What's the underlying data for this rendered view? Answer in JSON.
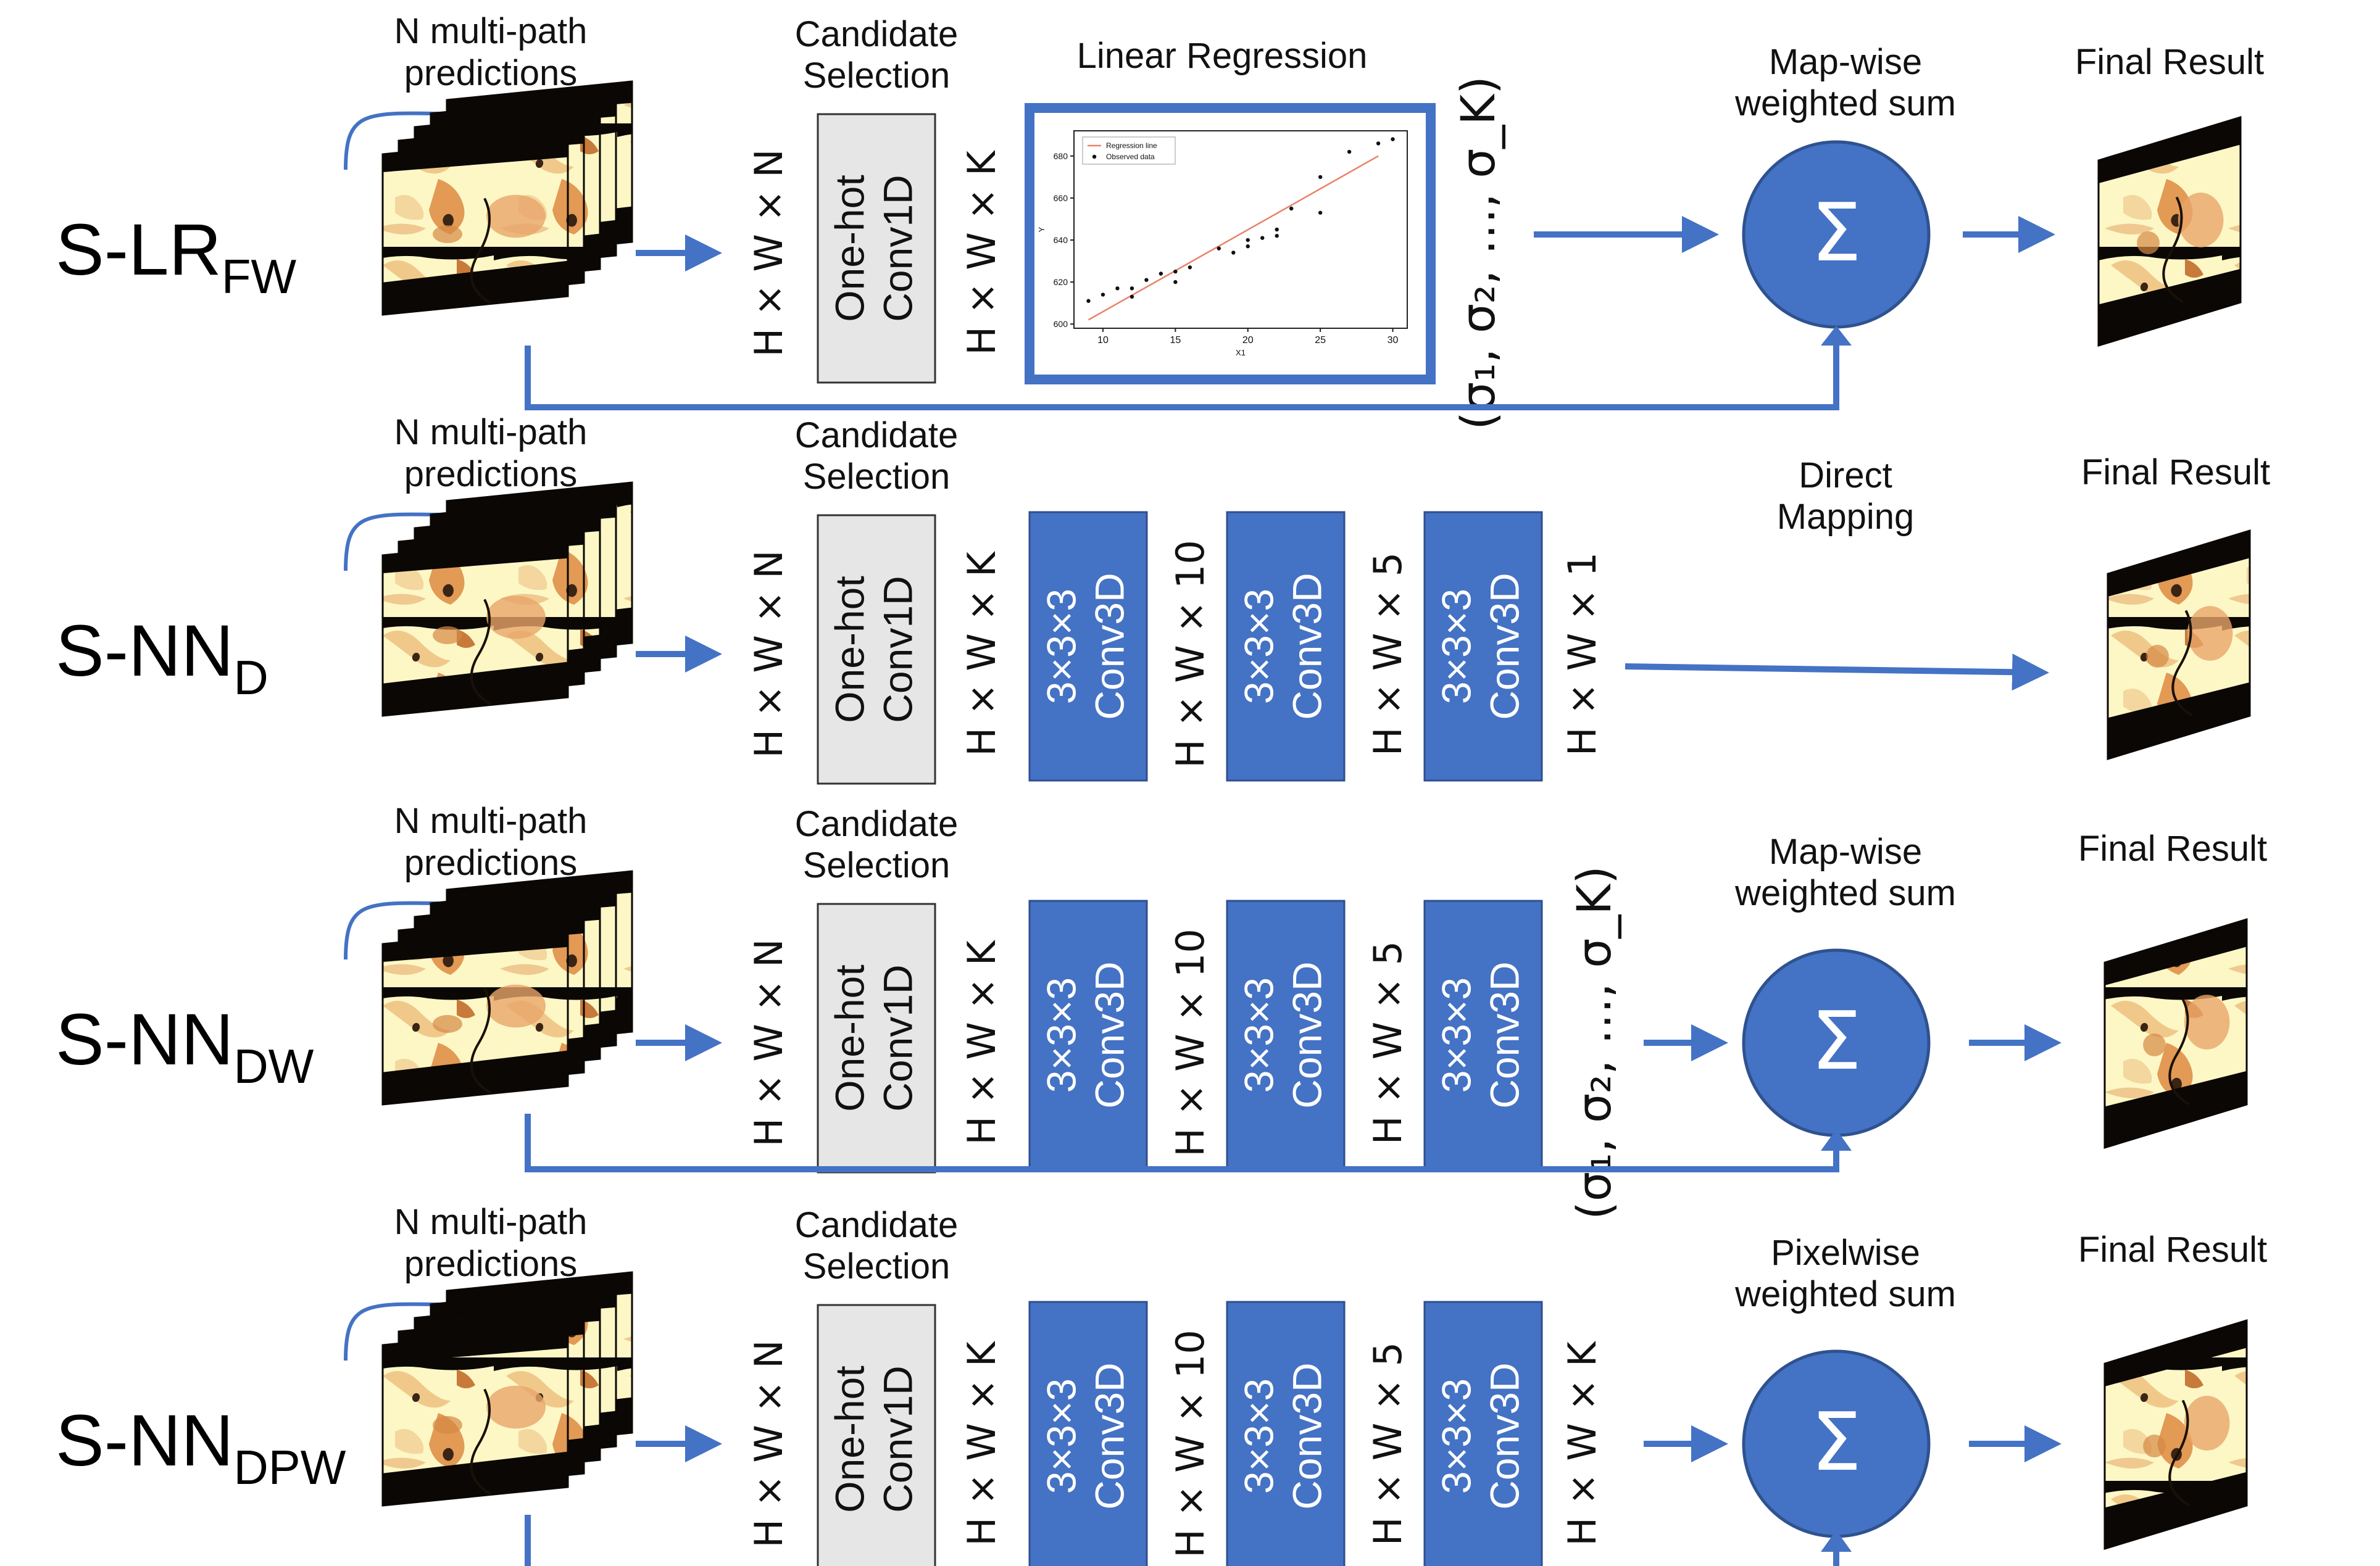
{
  "colors": {
    "accent_blue": "#4472c4",
    "gray_box": "#e6e6e6",
    "map_cream": "#fdf7c6",
    "map_orange": "#e8a56a",
    "map_dark": "#0a0704"
  },
  "rows": [
    {
      "model": {
        "base": "S-LR",
        "sub": "FW"
      },
      "input_label": [
        "N multi-path",
        "predictions"
      ],
      "candidate_label": [
        "Candidate",
        "Selection"
      ],
      "candidate_box": [
        "One-hot",
        "Conv1D"
      ],
      "dims": [
        "H × W × N",
        "H × W × K"
      ],
      "middle_label": "Linear Regression",
      "sigma": "(σ₁, σ₂, …, σ_K)",
      "combine_label": [
        "Map-wise",
        "weighted sum"
      ],
      "sum_symbol": "Σ",
      "final_label": "Final Result"
    },
    {
      "model": {
        "base": "S-NN",
        "sub": "D"
      },
      "input_label": [
        "N multi-path",
        "predictions"
      ],
      "candidate_label": [
        "Candidate",
        "Selection"
      ],
      "candidate_box": [
        "One-hot",
        "Conv1D"
      ],
      "dims": [
        "H × W × N",
        "H × W × K",
        "H × W × 10",
        "H × W × 5",
        "H × W × 1"
      ],
      "conv_boxes": [
        [
          "3×3×3",
          "Conv3D"
        ],
        [
          "3×3×3",
          "Conv3D"
        ],
        [
          "3×3×3",
          "Conv3D"
        ]
      ],
      "combine_label": [
        "Direct",
        "Mapping"
      ],
      "final_label": "Final Result"
    },
    {
      "model": {
        "base": "S-NN",
        "sub": "DW"
      },
      "input_label": [
        "N multi-path",
        "predictions"
      ],
      "candidate_label": [
        "Candidate",
        "Selection"
      ],
      "candidate_box": [
        "One-hot",
        "Conv1D"
      ],
      "dims": [
        "H × W × N",
        "H × W × K",
        "H × W × 10",
        "H × W × 5"
      ],
      "conv_boxes": [
        [
          "3×3×3",
          "Conv3D"
        ],
        [
          "3×3×3",
          "Conv3D"
        ],
        [
          "3×3×3",
          "Conv3D"
        ]
      ],
      "sigma": "(σ₁, σ₂, …, σ_K)",
      "combine_label": [
        "Map-wise",
        "weighted sum"
      ],
      "sum_symbol": "Σ",
      "final_label": "Final Result"
    },
    {
      "model": {
        "base": "S-NN",
        "sub": "DPW"
      },
      "input_label": [
        "N multi-path",
        "predictions"
      ],
      "candidate_label": [
        "Candidate",
        "Selection"
      ],
      "candidate_box": [
        "One-hot",
        "Conv1D"
      ],
      "dims": [
        "H × W × N",
        "H × W × K",
        "H × W × 10",
        "H × W × 5",
        "H × W × K"
      ],
      "conv_boxes": [
        [
          "3×3×3",
          "Conv3D"
        ],
        [
          "3×3×3",
          "Conv3D"
        ],
        [
          "3×3×3",
          "Conv3D"
        ]
      ],
      "combine_label": [
        "Pixelwise",
        "weighted sum"
      ],
      "sum_symbol": "Σ",
      "final_label": "Final Result"
    }
  ],
  "chart_data": {
    "type": "scatter",
    "title": "",
    "xlabel": "X1",
    "ylabel": "Y",
    "xlim": [
      8,
      31
    ],
    "ylim": [
      598,
      692
    ],
    "x_ticks": [
      "10",
      "15",
      "20",
      "25",
      "30"
    ],
    "y_ticks": [
      "600",
      "620",
      "640",
      "660",
      "680"
    ],
    "legend": [
      "Regression line",
      "Observed data"
    ],
    "legend_position": "top-left",
    "series": [
      {
        "name": "Observed data",
        "x": [
          9,
          10,
          11,
          12,
          12,
          13,
          14,
          15,
          15,
          16,
          18,
          19,
          20,
          20,
          21,
          22,
          22,
          23,
          25,
          25,
          27,
          29,
          30
        ],
        "y": [
          611,
          614,
          617,
          613,
          617,
          621,
          624,
          620,
          625,
          627,
          636,
          634,
          637,
          640,
          641,
          642,
          645,
          655,
          653,
          670,
          682,
          686,
          688
        ]
      },
      {
        "name": "Regression line",
        "type": "line",
        "x": [
          9,
          29
        ],
        "y": [
          602,
          680
        ]
      }
    ]
  }
}
